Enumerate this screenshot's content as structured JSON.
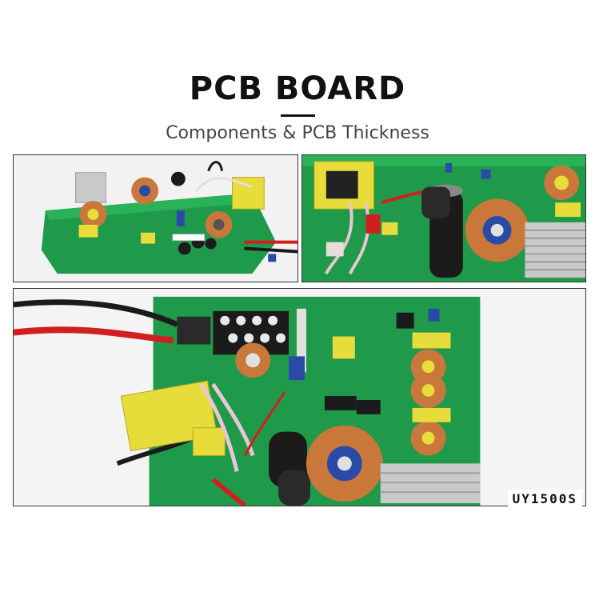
{
  "header": {
    "title": "PCB BOARD",
    "subtitle": "Components & PCB Thickness"
  },
  "photos": {
    "board_top": {
      "description": "photo of PCB board, angled view"
    },
    "board_right": {
      "description": "close-up photo of PCB with transformer, capacitors and toroid"
    },
    "board_bottom": {
      "description": "large top-down photo of PCB board"
    }
  },
  "model_label": "UY1500S",
  "colors": {
    "pcb_green": "#1f9a4a",
    "transformer_yellow": "#e8dc3a",
    "copper": "#c9773a",
    "wire_red": "#d11f1f",
    "capacitor_black": "#1b1b1b",
    "heatsink": "#c9c9c9"
  }
}
